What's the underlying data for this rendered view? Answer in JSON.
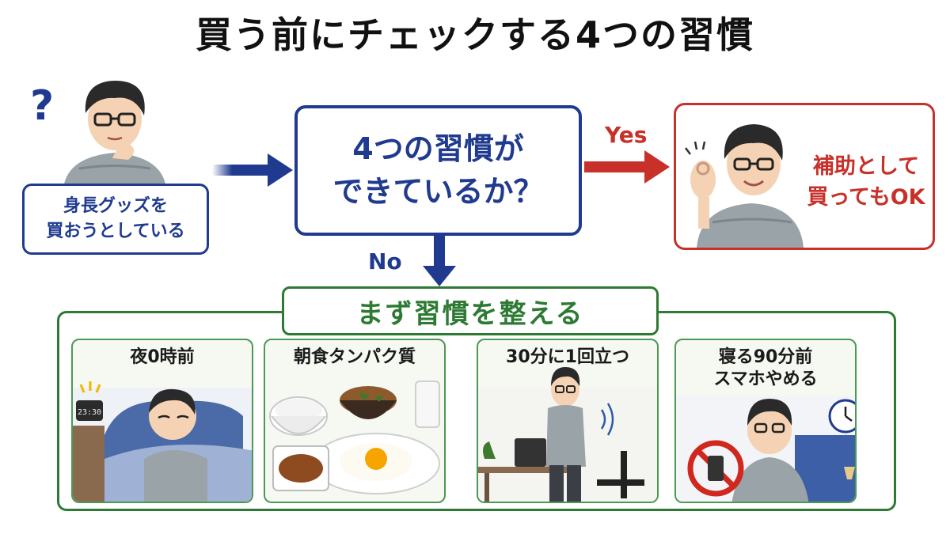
{
  "title": "買う前にチェックする4つの習慣",
  "start": {
    "line1": "身長グッズを",
    "line2": "買おうとしている"
  },
  "question": {
    "line1": "4つの習慣が",
    "line2": "できているか？"
  },
  "yes_label": "Yes",
  "no_label": "No",
  "yes_result": {
    "line1": "補助として",
    "line2": "買ってもOK"
  },
  "habits_title": "まず習慣を整える",
  "habits": [
    {
      "title": "夜0時前",
      "title2": "",
      "clock_text": "23:30"
    },
    {
      "title": "朝食タンパク質",
      "title2": ""
    },
    {
      "title": "30分に1回立つ",
      "title2": ""
    },
    {
      "title": "寝る90分前",
      "title2": "スマホやめる"
    }
  ],
  "colors": {
    "blue": "#1f3a8f",
    "red": "#c8302a",
    "green": "#2d7a33",
    "highlight": "#fbe7a1"
  },
  "icons": [
    "question-mark-icon",
    "thinking-person-icon",
    "ok-gesture-person-icon",
    "sleeping-person-icon",
    "clock-icon",
    "no-phone-icon",
    "wall-clock-icon",
    "breakfast-icon"
  ]
}
